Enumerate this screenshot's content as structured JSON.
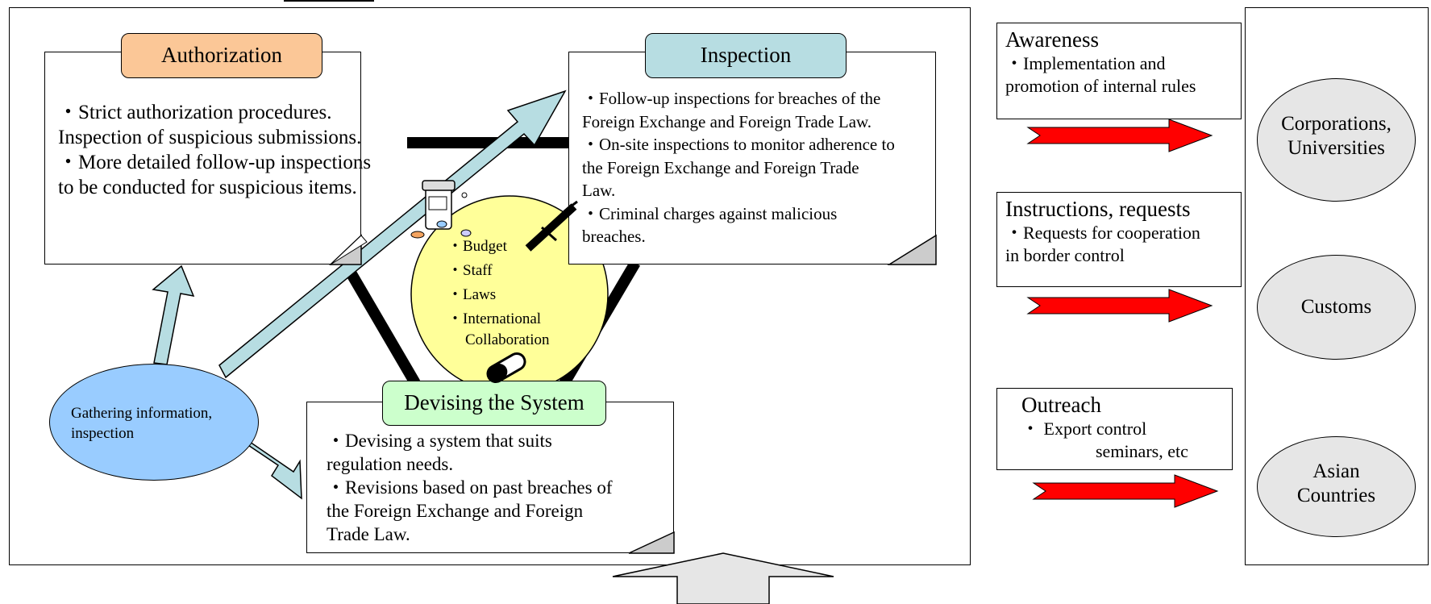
{
  "authorization": {
    "title": "Authorization",
    "bullets": [
      "・Strict authorization procedures.",
      "Inspection of suspicious submissions.",
      "・More detailed follow-up inspections",
      "to be conducted for suspicious items."
    ]
  },
  "inspection": {
    "title": "Inspection",
    "bullets": [
      "・Follow-up inspections for breaches of the",
      "Foreign Exchange and Foreign Trade Law.",
      "・On-site inspections to monitor adherence to",
      "the Foreign Exchange and Foreign Trade",
      "Law.",
      "・Criminal charges against malicious",
      "breaches."
    ]
  },
  "devising": {
    "title": "Devising the System",
    "bullets": [
      "・Devising a system that suits",
      "regulation needs.",
      "・Revisions based on past breaches of",
      "the Foreign Exchange and Foreign",
      "Trade Law."
    ]
  },
  "gathering": {
    "label_line1": "Gathering information,",
    "label_line2": "inspection"
  },
  "resources": {
    "items": [
      "・Budget",
      "・Staff",
      "・Laws",
      "・International"
    ],
    "continuation": "Collaboration"
  },
  "side_boxes": {
    "awareness": {
      "title": "Awareness",
      "line1": "・Implementation and",
      "line2": "promotion of internal rules"
    },
    "instructions": {
      "title": "Instructions, requests",
      "line1": "・Requests for cooperation",
      "line2": "in border control"
    },
    "outreach": {
      "title": "Outreach",
      "line1": "・ Export control",
      "line2": "seminars, etc"
    }
  },
  "targets": {
    "corporations_line1": "Corporations,",
    "corporations_line2": "Universities",
    "customs": "Customs",
    "asian_line1": "Asian",
    "asian_line2": "Countries"
  },
  "colors": {
    "authorization_tab": "#fbc797",
    "inspection_tab": "#b7dde2",
    "devising_tab": "#ccffcc",
    "gathering_ellipse": "#99ccff",
    "resources_circle": "#ffff99",
    "flow_arrow": "#b7dde2",
    "red_arrow": "#ff0000",
    "target_ellipse": "#e6e6e6"
  }
}
